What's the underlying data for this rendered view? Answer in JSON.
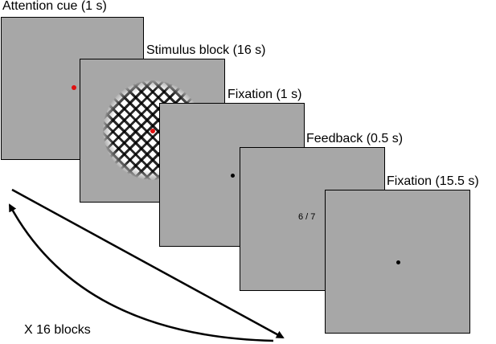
{
  "frames": [
    {
      "label": "Attention cue (1 s)",
      "dot_color": "#e01010"
    },
    {
      "label": "Stimulus block (16 s)",
      "dot_color": "#e01010"
    },
    {
      "label": "Fixation (1 s)",
      "dot_color": "#000000"
    },
    {
      "label": "Feedback (0.5 s)",
      "feedback_text": "6 / 7"
    },
    {
      "label": "Fixation (15.5 s)",
      "dot_color": "#000000"
    }
  ],
  "repeat_label": "X 16 blocks",
  "colors": {
    "screen_gray": "#a7a7a7",
    "cue_dot": "#e01010",
    "fixation_dot": "#000000"
  }
}
